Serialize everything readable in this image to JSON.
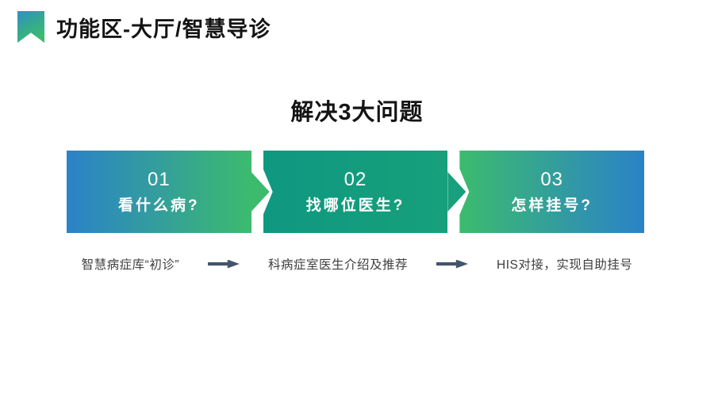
{
  "header": {
    "title": "功能区-大厅/智慧导诊"
  },
  "main": {
    "heading": "解决3大问题"
  },
  "steps": [
    {
      "number": "01",
      "label": "看什么病?",
      "gradient": [
        "#2b82c8",
        "#3cbb6e"
      ]
    },
    {
      "number": "02",
      "label": "找哪位医生?",
      "gradient": [
        "#0f9880",
        "#17a07b"
      ]
    },
    {
      "number": "03",
      "label": "怎样挂号?",
      "gradient": [
        "#3cbb6e",
        "#2b82c8"
      ]
    }
  ],
  "flow": {
    "items": [
      {
        "label": "智慧病症库“初诊”"
      },
      {
        "label": "科病症室医生介绍及推荐"
      },
      {
        "label": "HIS对接，实现自助挂号"
      }
    ],
    "arrow_color": "#44546A"
  },
  "colors": {
    "accent_blue": "#2b82c8",
    "accent_green": "#3cbb6e",
    "accent_teal": "#119a7e",
    "heading_text": "#141414",
    "body_text": "#404040",
    "flow_arrow": "#44546A"
  }
}
